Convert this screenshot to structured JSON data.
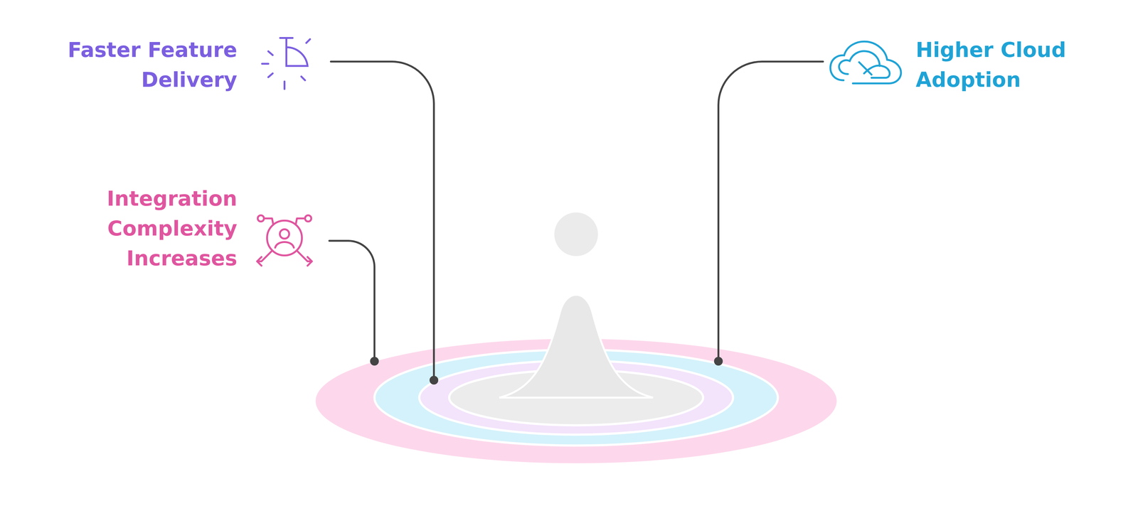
{
  "diagram": {
    "labels": [
      "Faster Feature Delivery",
      "Integration Complexity Increases",
      "Higher Cloud Adoption"
    ]
  }
}
